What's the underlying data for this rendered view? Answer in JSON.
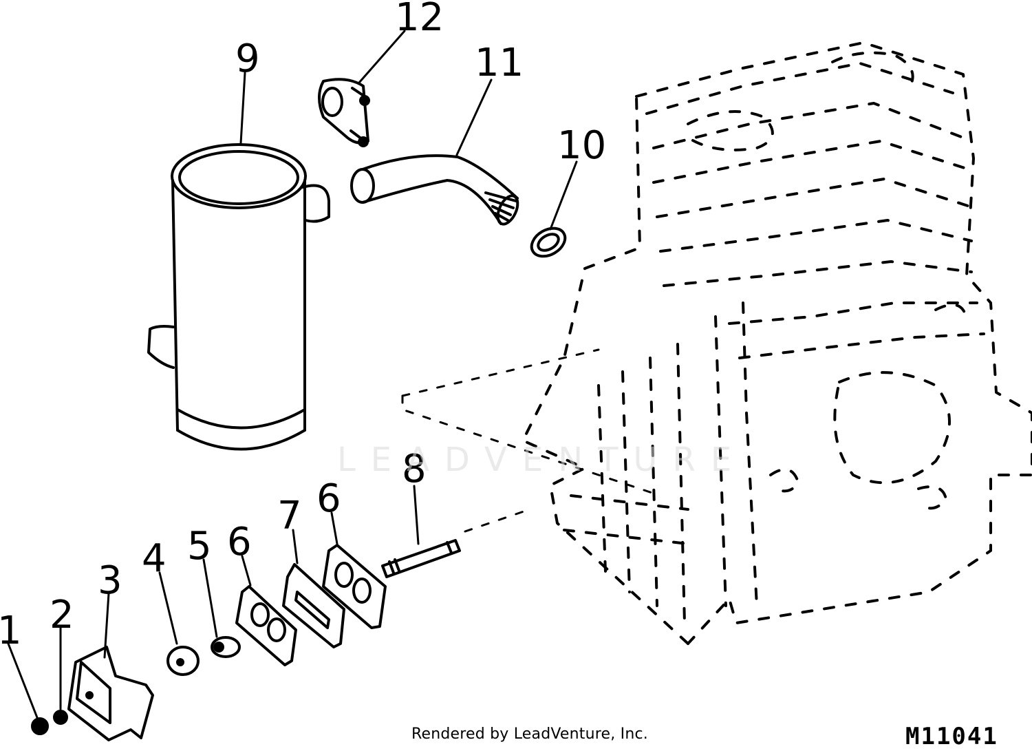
{
  "callouts": [
    "1",
    "2",
    "3",
    "4",
    "5",
    "6",
    "7",
    "6",
    "8",
    "9",
    "10",
    "11",
    "12"
  ],
  "footer": {
    "credit": "Rendered by LeadVenture, Inc.",
    "figure_id": "M11041"
  },
  "watermark": {
    "text": "LEADVENTURE"
  }
}
